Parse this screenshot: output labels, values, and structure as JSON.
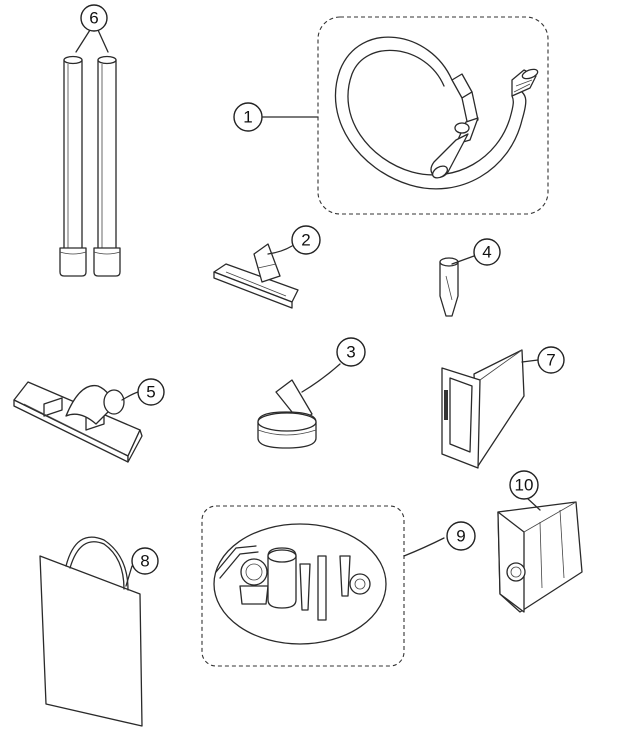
{
  "callouts": {
    "c1": "1",
    "c2": "2",
    "c3": "3",
    "c4": "4",
    "c5": "5",
    "c6": "6",
    "c7": "7",
    "c8": "8",
    "c9": "9",
    "c10": "10"
  },
  "parts": [
    {
      "number": "1",
      "name": "hose"
    },
    {
      "number": "2",
      "name": "small-floor-tool"
    },
    {
      "number": "3",
      "name": "round-adapter"
    },
    {
      "number": "4",
      "name": "crevice-tool"
    },
    {
      "number": "5",
      "name": "floor-nozzle"
    },
    {
      "number": "6",
      "name": "extension-wands"
    },
    {
      "number": "7",
      "name": "filter-bag-frame"
    },
    {
      "number": "8",
      "name": "shopping-bag"
    },
    {
      "number": "9",
      "name": "accessory-kit"
    },
    {
      "number": "10",
      "name": "dust-bag"
    }
  ]
}
